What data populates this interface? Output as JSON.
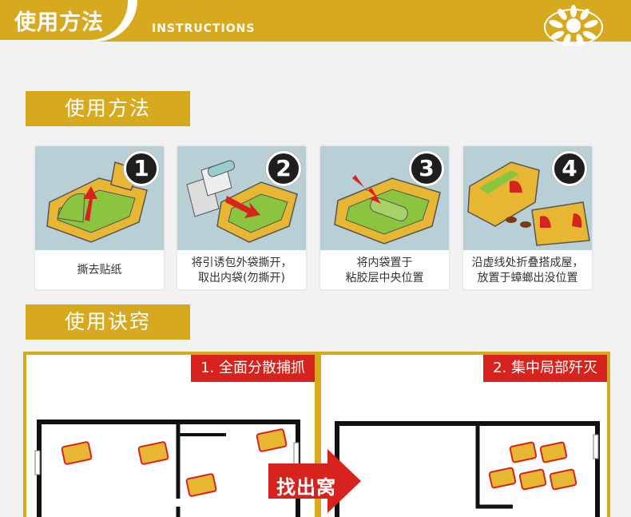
{
  "header": {
    "title": "使用方法",
    "subtitle_en": "INSTRUCTIONS"
  },
  "section_usage": {
    "label": "使用方法"
  },
  "steps": [
    {
      "number": "1",
      "line1": "撕去贴纸",
      "line2": ""
    },
    {
      "number": "2",
      "line1": "将引诱包外袋撕开，",
      "line2": "取出内袋(勿撕开)"
    },
    {
      "number": "3",
      "line1": "将内袋置于",
      "line2": "粘胶层中央位置"
    },
    {
      "number": "4",
      "line1": "沿虚线处折叠搭成屋，",
      "line2": "放置于蟑螂出没位置"
    }
  ],
  "section_tips": {
    "label": "使用诀窍"
  },
  "tips": [
    {
      "label": "1. 全面分散捕抓"
    },
    {
      "label": "2. 集中局部歼灭"
    }
  ],
  "arrow": {
    "label": "找出窝"
  },
  "colors": {
    "gold": "#d7a91e",
    "red": "#d7231e",
    "green": "#8bc53f"
  }
}
